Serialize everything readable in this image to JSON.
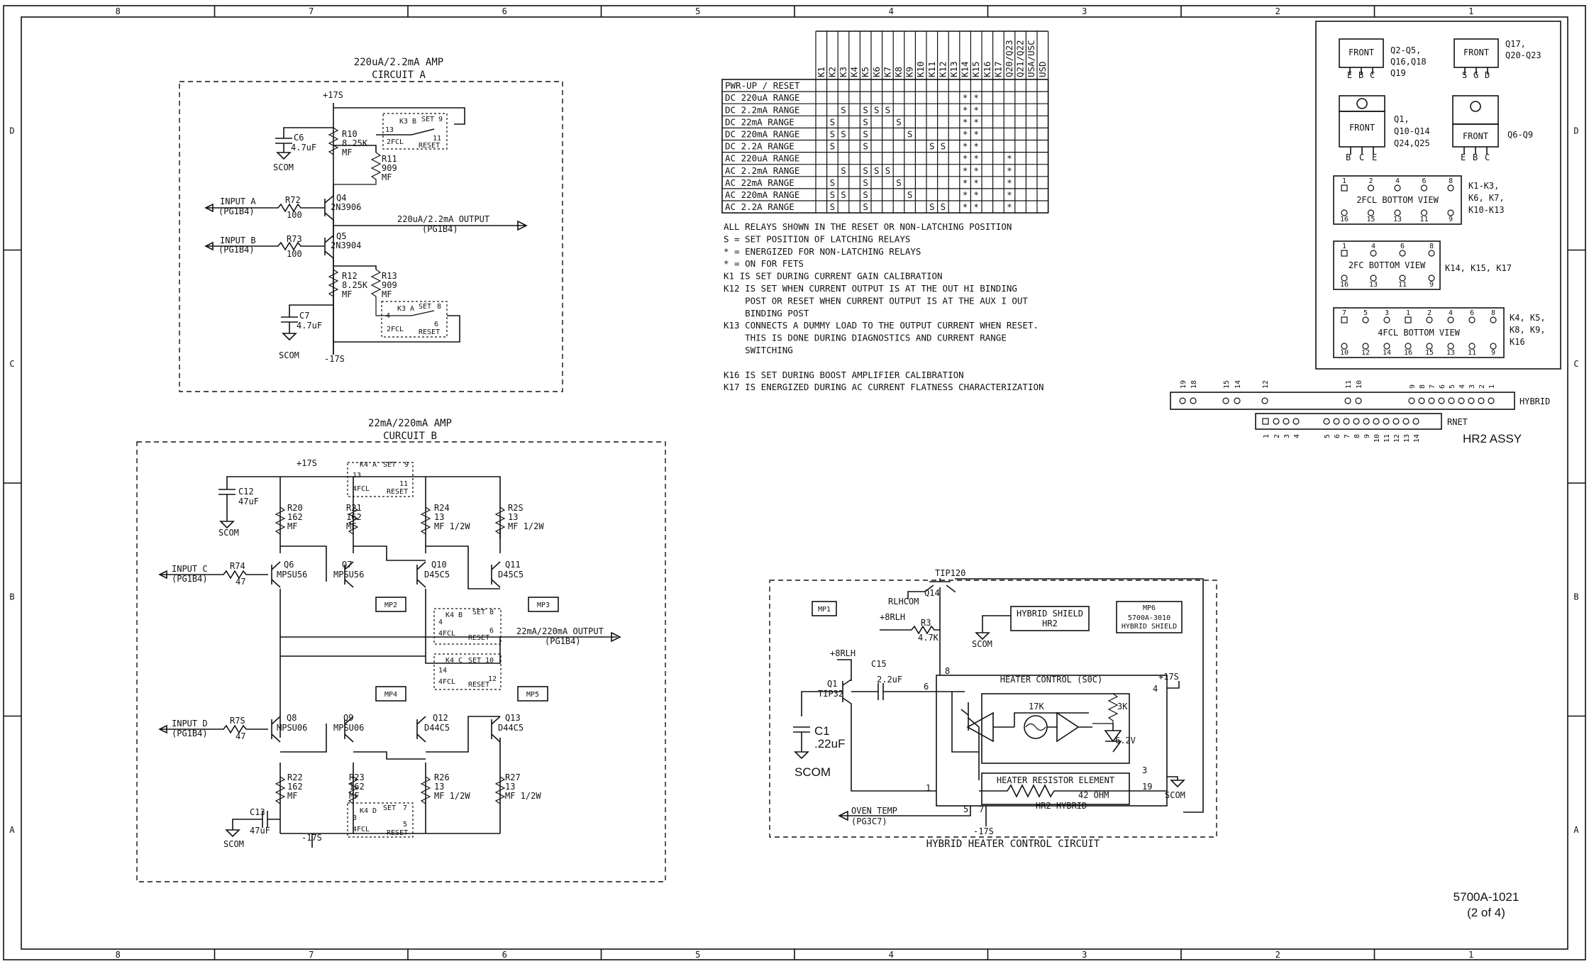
{
  "border": {
    "cols": [
      "8",
      "7",
      "6",
      "5",
      "4",
      "3",
      "2",
      "1"
    ],
    "rows": [
      "D",
      "C",
      "B",
      "A"
    ]
  },
  "circuit_a": {
    "title1": "220uA/2.2mA AMP",
    "title2": "CIRCUIT A",
    "plus": "+17S",
    "minus": "-17S",
    "c6": [
      "C6",
      "4.7uF"
    ],
    "c7": [
      "C7",
      "4.7uF"
    ],
    "scom": "SCOM",
    "r10": [
      "R10",
      "8.25K",
      "MF"
    ],
    "r11": [
      "R11",
      "909",
      "MF"
    ],
    "r12": [
      "R12",
      "8.25K",
      "MF"
    ],
    "r13": [
      "R13",
      "909",
      "MF"
    ],
    "r72": [
      "R72",
      "100"
    ],
    "r73": [
      "R73",
      "100"
    ],
    "q4": [
      "Q4",
      "2N3906"
    ],
    "q5": [
      "Q5",
      "2N3904"
    ],
    "in_a": [
      "INPUT A",
      "(PG1B4)"
    ],
    "in_b": [
      "INPUT B",
      "(PG1B4)"
    ],
    "out": [
      "220uA/2.2mA OUTPUT",
      "(PG1B4)"
    ],
    "k3b": [
      "K3 B",
      "SET",
      "9",
      "13",
      "11",
      "2FCL",
      "RESET"
    ],
    "k3a": [
      "K3 A",
      "SET",
      "8",
      "4",
      "6",
      "2FCL",
      "RESET"
    ]
  },
  "circuit_b": {
    "title1": "22mA/220mA AMP",
    "title2": "CURCUIT B",
    "plus": "+17S",
    "minus": "-17S",
    "c12": [
      "C12",
      "47uF"
    ],
    "c13": [
      "C13",
      "47uF"
    ],
    "scom": "SCOM",
    "r20": [
      "R20",
      "162",
      "MF"
    ],
    "r21": [
      "R21",
      "162",
      "MF"
    ],
    "r24": [
      "R24",
      "13",
      "MF 1/2W"
    ],
    "r25": [
      "R2S",
      "13",
      "MF 1/2W"
    ],
    "r22": [
      "R22",
      "162",
      "MF"
    ],
    "r23": [
      "R23",
      "162",
      "MF"
    ],
    "r26": [
      "R26",
      "13",
      "MF 1/2W"
    ],
    "r27": [
      "R27",
      "13",
      "MF 1/2W"
    ],
    "r74": [
      "R74",
      "47"
    ],
    "r75": [
      "R7S",
      "47"
    ],
    "q6": [
      "Q6",
      "MPSU56"
    ],
    "q7": [
      "Q7",
      "MPSU56"
    ],
    "q10": [
      "Q10",
      "D45C5"
    ],
    "q11": [
      "Q11",
      "D45C5"
    ],
    "q8": [
      "Q8",
      "MPSU06"
    ],
    "q9": [
      "Q9",
      "MPSU06"
    ],
    "q12": [
      "Q12",
      "D44C5"
    ],
    "q13": [
      "Q13",
      "D44C5"
    ],
    "in_c": [
      "INPUT C",
      "(PG1B4)"
    ],
    "in_d": [
      "INPUT D",
      "(PG1B4)"
    ],
    "out": [
      "22mA/220mA OUTPUT",
      "(PG1B4)"
    ],
    "mp": [
      "MP2",
      "MP3",
      "MP4",
      "MP5"
    ],
    "k4a": [
      "K4 A",
      "SET",
      "9",
      "13",
      "11",
      "4FCL",
      "RESET"
    ],
    "k4b": [
      "K4 B",
      "SET",
      "8",
      "4",
      "6",
      "4FCL",
      "RESET"
    ],
    "k4c": [
      "K4 C",
      "SET",
      "10",
      "14",
      "12",
      "4FCL",
      "RESET"
    ],
    "k4d": [
      "K4 D",
      "SET",
      "7",
      "3",
      "5",
      "4FCL",
      "RESET"
    ]
  },
  "relay_table": {
    "columns": [
      "K1",
      "K2",
      "K3",
      "K4",
      "K5",
      "K6",
      "K7",
      "K8",
      "K9",
      "K10",
      "K11",
      "K12",
      "K13",
      "K14",
      "K15",
      "K16",
      "K17",
      "Q20/Q23",
      "Q21/Q22",
      "USA/USC",
      "USD"
    ],
    "rows": [
      {
        "label": "PWR-UP / RESET",
        "cells": {}
      },
      {
        "label": "DC 220uA RANGE",
        "cells": {
          "13": "*",
          "14": "*"
        }
      },
      {
        "label": "DC 2.2mA RANGE",
        "cells": {
          "2": "S",
          "4": "S",
          "5": "S",
          "6": "S",
          "13": "*",
          "14": "*"
        }
      },
      {
        "label": "DC 22mA RANGE",
        "cells": {
          "1": "S",
          "4": "S",
          "7": "S",
          "13": "*",
          "14": "*"
        }
      },
      {
        "label": "DC 220mA RANGE",
        "cells": {
          "1": "S",
          "2": "S",
          "4": "S",
          "8": "S",
          "13": "*",
          "14": "*"
        }
      },
      {
        "label": "DC 2.2A RANGE",
        "cells": {
          "1": "S",
          "4": "S",
          "10": "S",
          "11": "S",
          "13": "*",
          "14": "*"
        }
      },
      {
        "label": "AC 220uA RANGE",
        "cells": {
          "13": "*",
          "14": "*",
          "17": "*"
        }
      },
      {
        "label": "AC 2.2mA RANGE",
        "cells": {
          "2": "S",
          "4": "S",
          "5": "S",
          "6": "S",
          "13": "*",
          "14": "*",
          "17": "*"
        }
      },
      {
        "label": "AC 22mA RANGE",
        "cells": {
          "1": "S",
          "4": "S",
          "7": "S",
          "13": "*",
          "14": "*",
          "17": "*"
        }
      },
      {
        "label": "AC 220mA RANGE",
        "cells": {
          "1": "S",
          "2": "S",
          "4": "S",
          "8": "S",
          "13": "*",
          "14": "*",
          "17": "*"
        }
      },
      {
        "label": "AC 2.2A RANGE",
        "cells": {
          "1": "S",
          "4": "S",
          "10": "S",
          "11": "S",
          "13": "*",
          "14": "*",
          "17": "*"
        }
      }
    ]
  },
  "notes": [
    "ALL RELAYS SHOWN IN THE RESET OR NON-LATCHING POSITION",
    "S = SET POSITION OF LATCHING RELAYS",
    "* = ENERGIZED FOR NON-LATCHING RELAYS",
    "* = ON FOR FETS",
    "K1 IS SET DURING CURRENT GAIN CALIBRATION",
    "K12 IS SET WHEN CURRENT OUTPUT IS AT THE OUT HI BINDING",
    "    POST OR RESET WHEN CURRENT OUTPUT IS AT THE AUX I OUT",
    "    BINDING POST",
    "K13 CONNECTS A DUMMY LOAD TO THE OUTPUT CURRENT WHEN RESET.",
    "    THIS IS DONE DURING DIAGNOSTICS AND CURRENT RANGE",
    "    SWITCHING",
    "",
    "K16 IS SET DURING BOOST AMPLIFIER CALIBRATION",
    "K17 IS ENERGIZED DURING AC CURRENT FLATNESS CHARACTERIZATION"
  ],
  "pinouts": {
    "front": "FRONT",
    "to92_pins": [
      "E",
      "B",
      "C"
    ],
    "fet_pins": [
      "S",
      "G",
      "D"
    ],
    "to220_pins": [
      "B",
      "C",
      "E"
    ],
    "to220b_pins": [
      "E",
      "B",
      "C"
    ],
    "lbl_q2": [
      "Q2-Q5,",
      "Q16,Q18",
      "Q19"
    ],
    "lbl_q17": [
      "Q17,",
      "Q20-Q23"
    ],
    "lbl_q1": [
      "Q1,",
      "Q10-Q14",
      "Q24,Q25"
    ],
    "lbl_q6": [
      "Q6-Q9"
    ],
    "relay1_top": [
      "1",
      "2",
      "4",
      "6",
      "8"
    ],
    "relay1_bot": [
      "16",
      "15",
      "13",
      "11",
      "9"
    ],
    "relay1_name": "2FCL BOTTOM VIEW",
    "relay1_lbl": [
      "K1-K3,",
      "K6, K7,",
      "K10-K13"
    ],
    "relay2_top": [
      "1",
      "4",
      "6",
      "8"
    ],
    "relay2_bot": [
      "16",
      "13",
      "11",
      "9"
    ],
    "relay2_name": "2FC BOTTOM VIEW",
    "relay2_lbl": [
      "K14, K15, K17"
    ],
    "relay3_top": [
      "7",
      "5",
      "3",
      "1",
      "2",
      "4",
      "6",
      "8"
    ],
    "relay3_bot": [
      "10",
      "12",
      "14",
      "16",
      "15",
      "13",
      "11",
      "9"
    ],
    "relay3_name": "4FCL BOTTOM VIEW",
    "relay3_lbl": [
      "K4, K5,",
      "K8, K9,",
      "K16"
    ]
  },
  "hybrid_conn": {
    "top_nums": [
      "19",
      "18",
      "15",
      "14",
      "12",
      "11",
      "10",
      "9",
      "8",
      "7",
      "6",
      "5",
      "4",
      "3",
      "2",
      "1"
    ],
    "label": "HYBRID",
    "rnet_label": "RNET",
    "bot_nums": [
      "1",
      "2",
      "3",
      "4",
      "5",
      "6",
      "7",
      "8",
      "9",
      "10",
      "11",
      "12",
      "13",
      "14"
    ],
    "assy": "HR2 ASSY"
  },
  "heater": {
    "title": "HYBRID HEATER CONTROL CIRCUIT",
    "tip120": "TIP120",
    "q14": "Q14",
    "rlhcom": "RLHCOM",
    "mp1": "MP1",
    "mp6": [
      "MP6",
      "5700A-3010",
      "HYBRID SHIELD"
    ],
    "shield": [
      "HYBRID SHIELD",
      "HR2"
    ],
    "scom": "SCOM",
    "r3": [
      "+8RLH",
      "R3",
      "4.7K"
    ],
    "q1": [
      "+8RLH",
      "Q1",
      "TIP32"
    ],
    "c15": [
      "C15",
      "2.2uF"
    ],
    "c1": [
      "C1",
      ".22uF"
    ],
    "ctrl": "HEATER CONTROL (S0C)",
    "plus": "+17S",
    "minus": "-17S",
    "k17": "17K",
    "k3": "3K",
    "v62": "6.2V",
    "elem": "HEATER RESISTOR ELEMENT",
    "ohm": "42 OHM",
    "hr2": "HR2 HYBRID",
    "oven": [
      "OVEN TEMP",
      "(PG3C7)"
    ],
    "pins": [
      "8",
      "6",
      "4",
      "3",
      "1",
      "19",
      "5",
      "7"
    ]
  },
  "drawing_no": [
    "5700A-1021",
    "(2 of 4)"
  ]
}
